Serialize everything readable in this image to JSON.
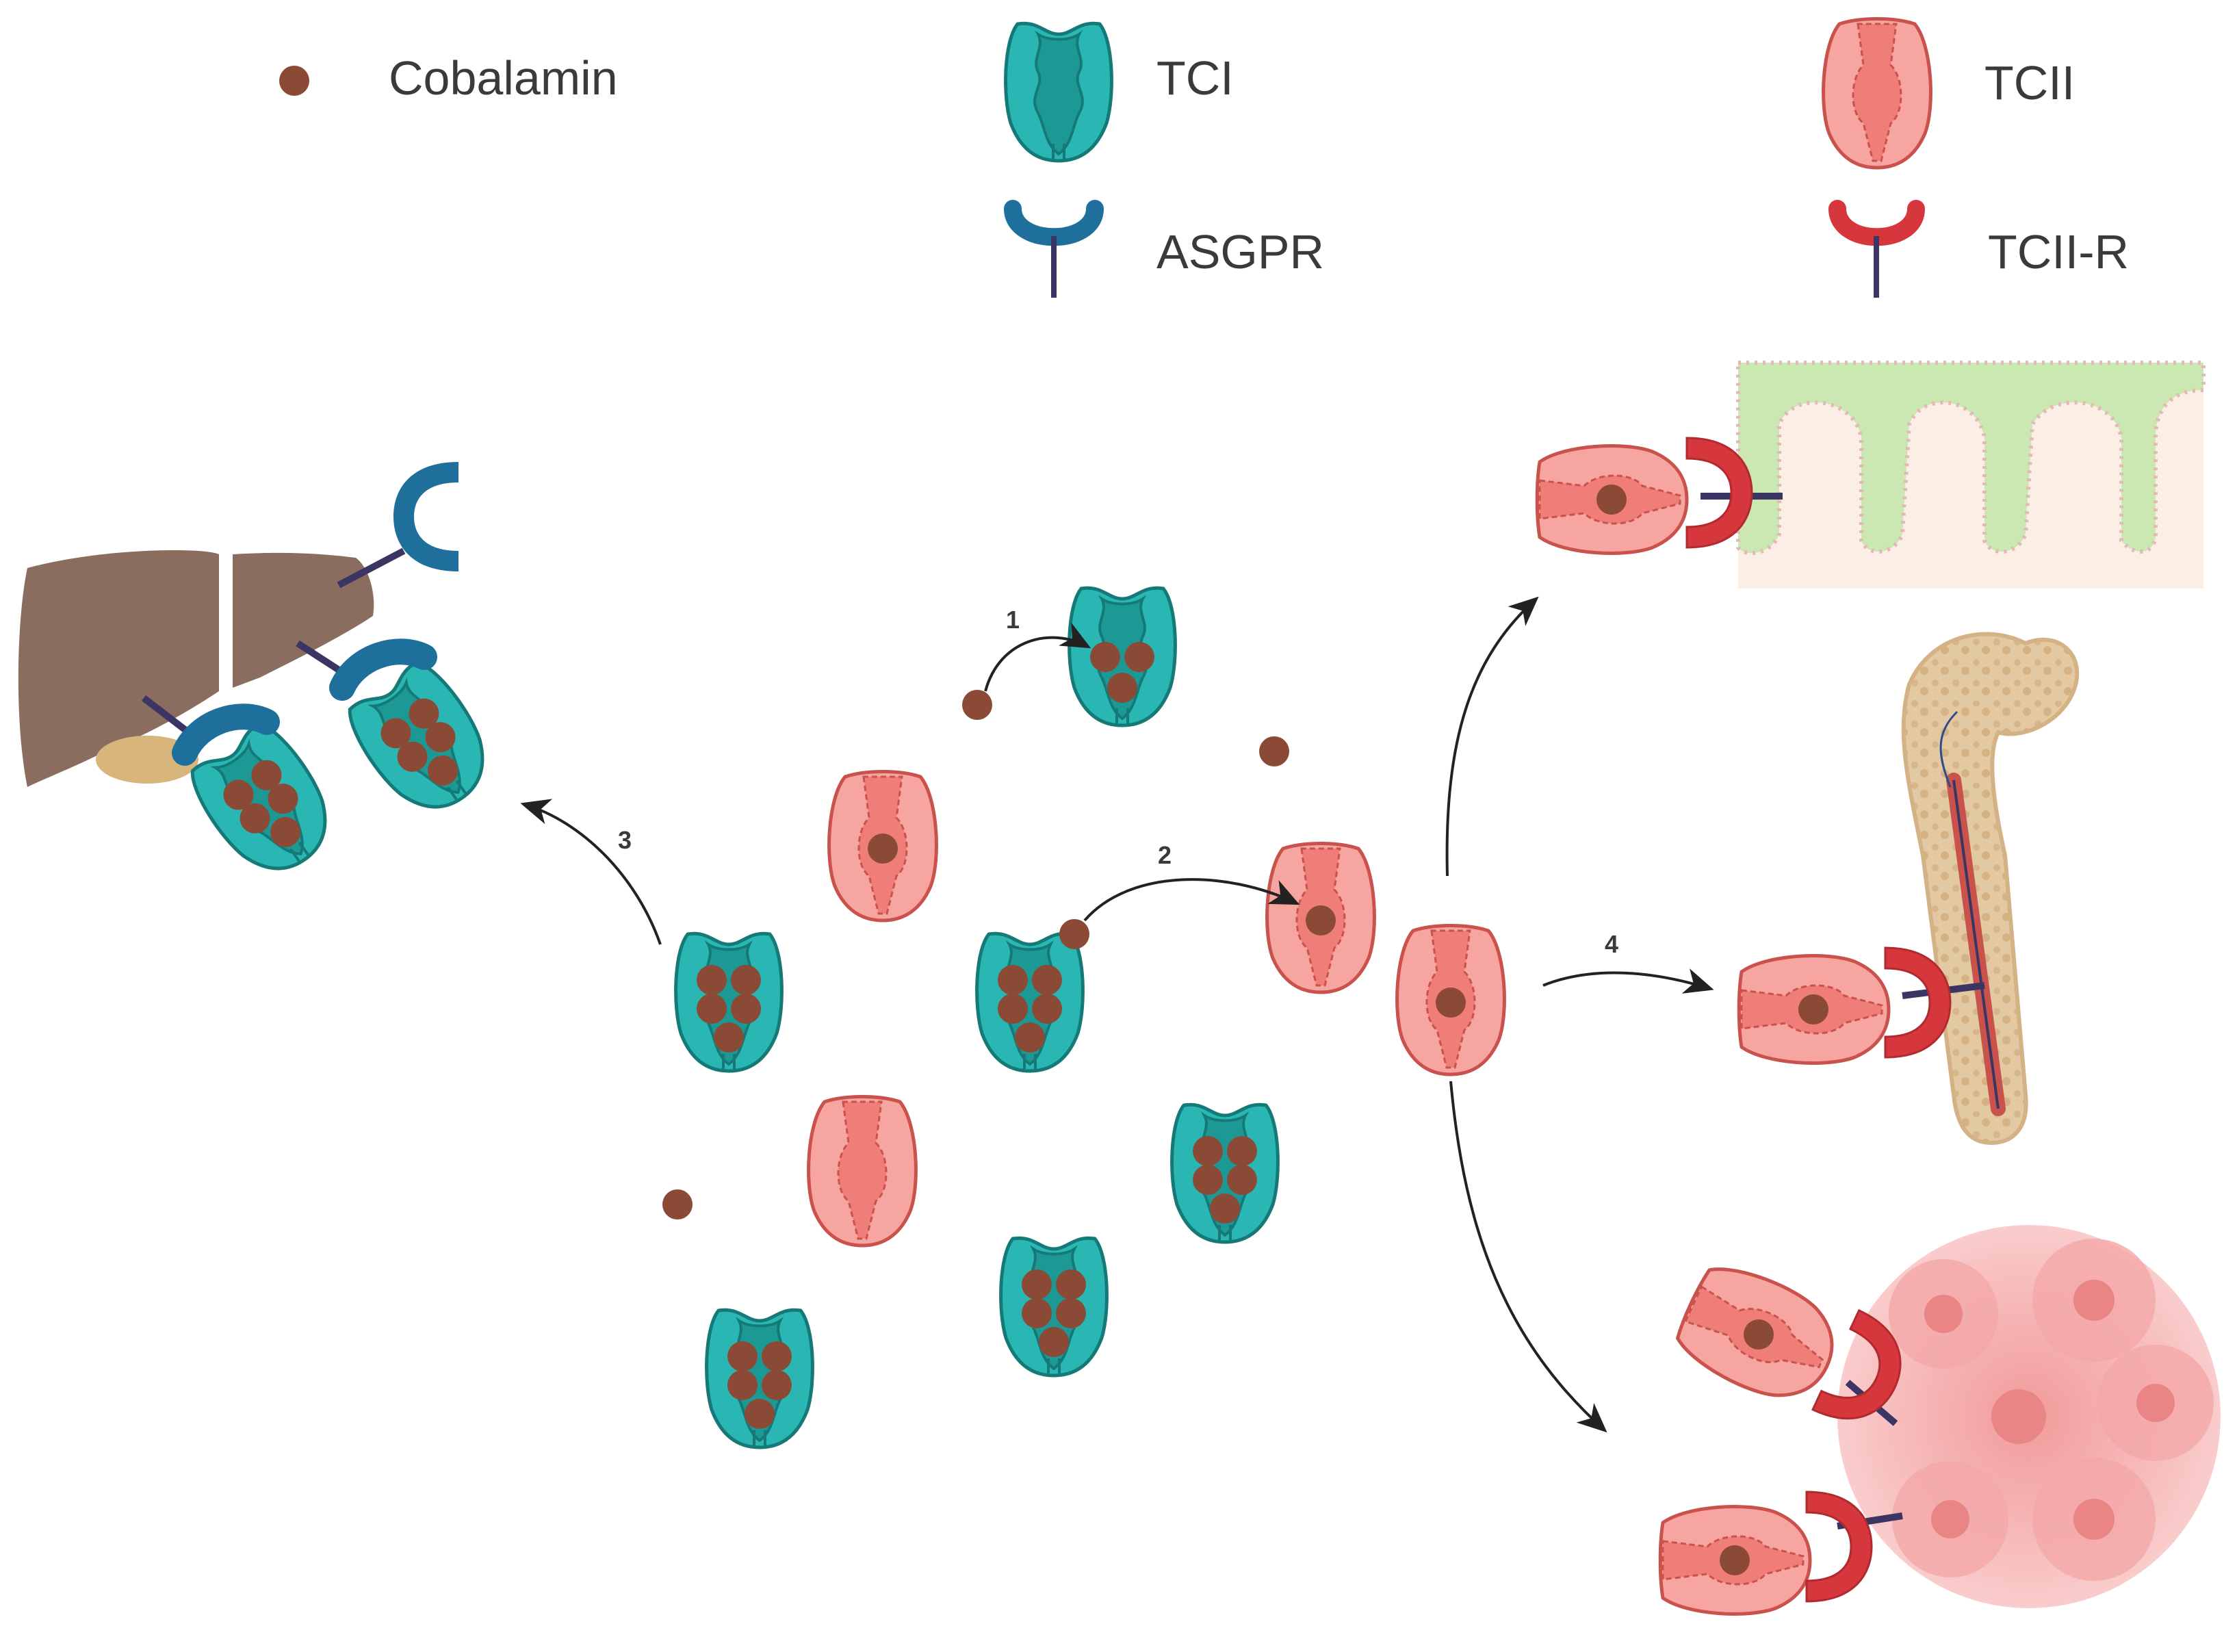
{
  "legend": {
    "cobalamin": "Cobalamin",
    "tci": "TCI",
    "tcii": "TCII",
    "asgpr": "ASGPR",
    "tciir": "TCII-R"
  },
  "steps": {
    "s1": "1",
    "s2": "2",
    "s3": "3",
    "s4": "4"
  },
  "colors": {
    "cobalamin": "#8b4a36",
    "tci": "#2ab7b4",
    "tci_dark": "#1d9995",
    "tci_outline": "#157a77",
    "tcii": "#f7a5a0",
    "tcii_dark": "#ef7e78",
    "tcii_outline": "#c9524c",
    "asgpr": "#1f6f9c",
    "tciir": "#d5373c",
    "stalk": "#3a3563",
    "liver": "#8b6d60",
    "gallbladder": "#d8b57a",
    "intestine": "#cbe7b2",
    "bone": "#e3c9a1",
    "tumor": "#f3a3a3"
  },
  "icons": [
    "cobalamin-icon",
    "tci-icon",
    "tcii-icon",
    "asgpr-icon",
    "tciir-icon",
    "liver-icon",
    "intestine-icon",
    "bone-icon",
    "tumor-icon"
  ]
}
